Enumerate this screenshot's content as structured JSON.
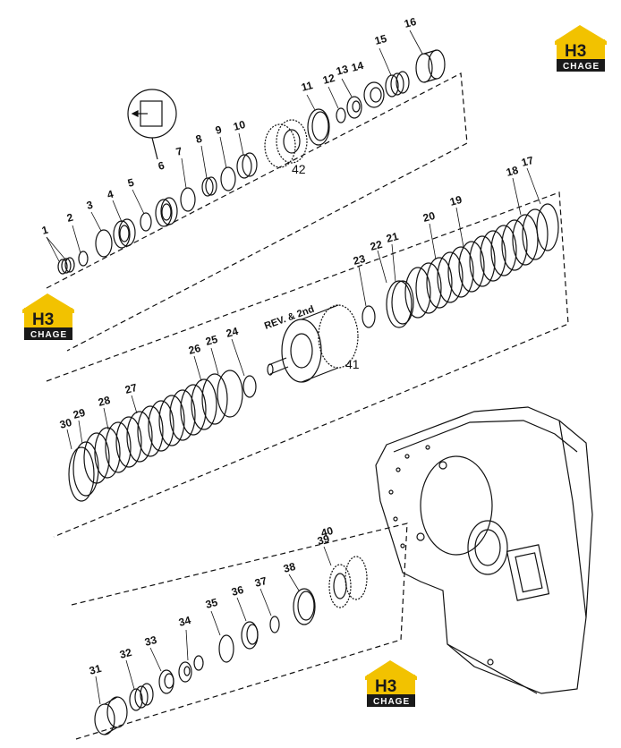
{
  "diagram": {
    "section_label": "REV. & 2nd",
    "parts": [
      "1",
      "2",
      "3",
      "4",
      "5",
      "6",
      "7",
      "8",
      "9",
      "10",
      "11",
      "12",
      "13",
      "14",
      "15",
      "16",
      "17",
      "18",
      "19",
      "20",
      "21",
      "22",
      "23",
      "24",
      "25",
      "26",
      "27",
      "28",
      "29",
      "30",
      "31",
      "32",
      "33",
      "34",
      "35",
      "36",
      "37",
      "38",
      "39",
      "40",
      "41",
      "42"
    ]
  },
  "logo": {
    "mark": "H3",
    "text": "CHAGE",
    "accent_color": "#f2c200",
    "dark_color": "#1a1a1a"
  }
}
